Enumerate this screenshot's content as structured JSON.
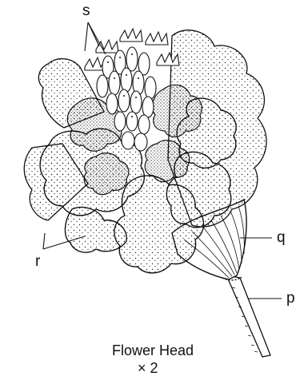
{
  "figure": {
    "labels": {
      "s": "s",
      "r": "r",
      "q": "q",
      "p": "p"
    },
    "caption": "Flower Head",
    "magnification": "× 2"
  }
}
